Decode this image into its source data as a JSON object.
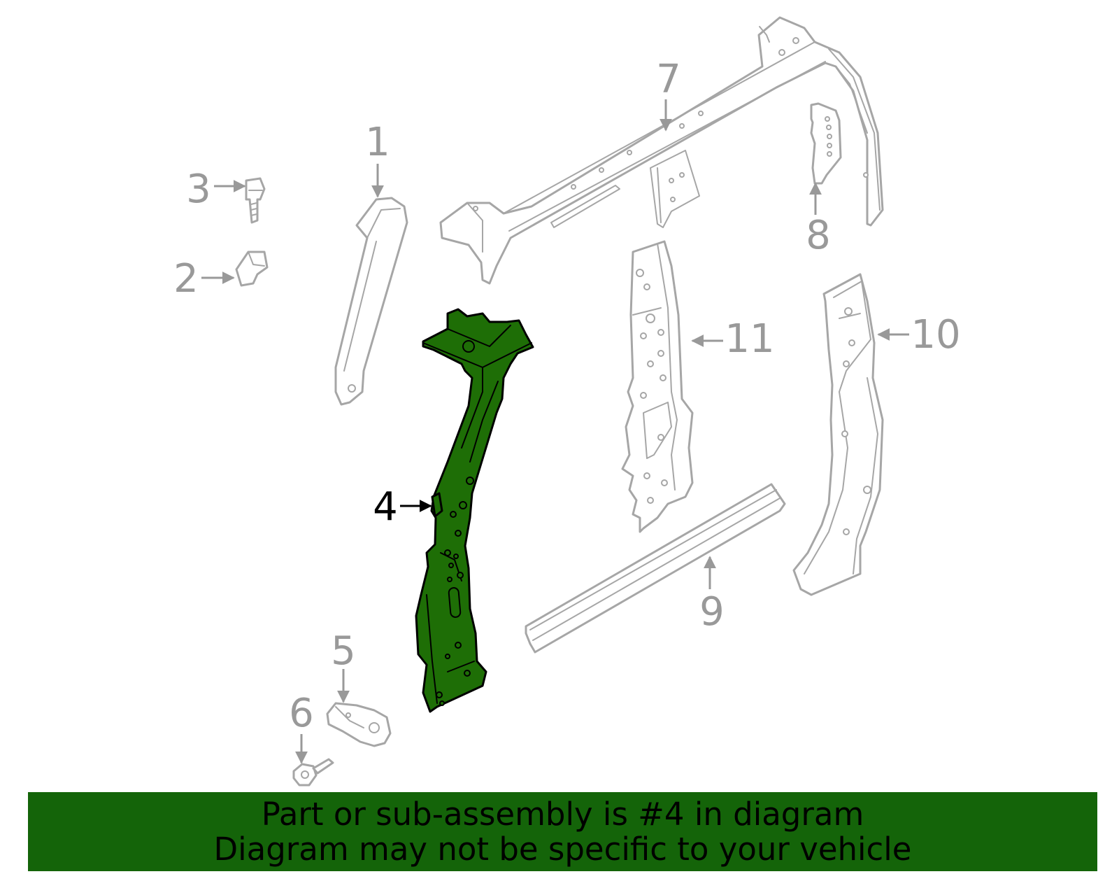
{
  "diagram": {
    "highlight_color": "#1e6e06",
    "banner_color": "#146409",
    "callouts": [
      {
        "id": "1",
        "label": "1"
      },
      {
        "id": "2",
        "label": "2"
      },
      {
        "id": "3",
        "label": "3"
      },
      {
        "id": "4",
        "label": "4",
        "highlighted": true
      },
      {
        "id": "5",
        "label": "5"
      },
      {
        "id": "6",
        "label": "6"
      },
      {
        "id": "7",
        "label": "7"
      },
      {
        "id": "8",
        "label": "8"
      },
      {
        "id": "9",
        "label": "9"
      },
      {
        "id": "10",
        "label": "10"
      },
      {
        "id": "11",
        "label": "11"
      }
    ]
  },
  "banner": {
    "line1": "Part or sub-assembly is #4 in diagram",
    "line2": "Diagram may not be specific to your vehicle"
  }
}
